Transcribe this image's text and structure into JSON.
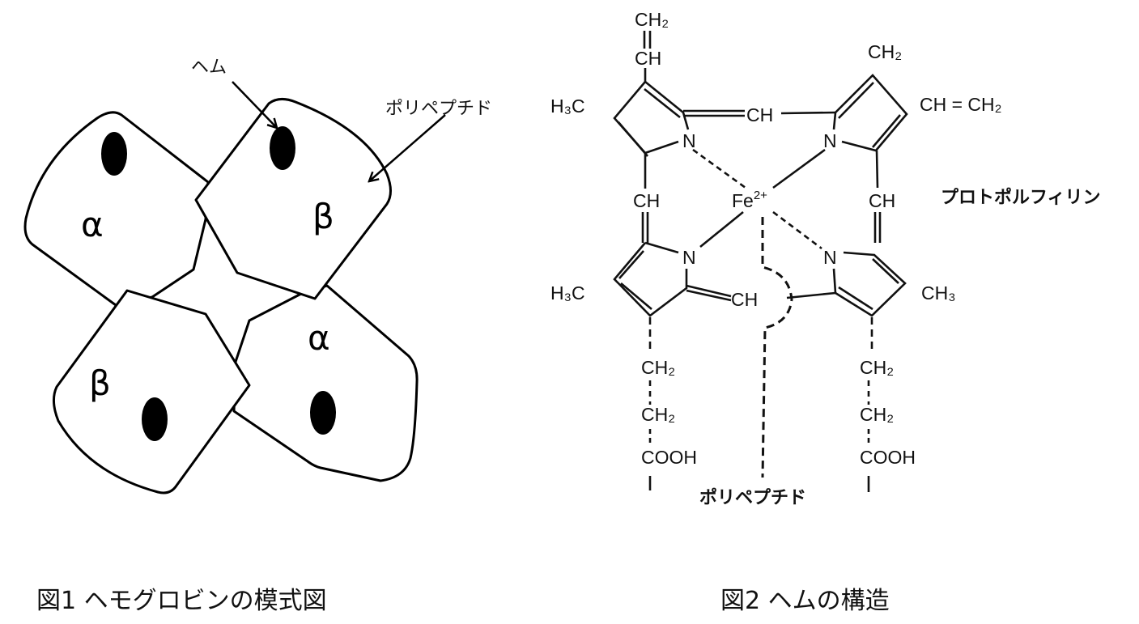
{
  "figure1": {
    "caption": "図1  ヘモグロビンの模式図",
    "label_heme": "ヘム",
    "label_polypeptide": "ポリペプチド",
    "subunits": [
      "α",
      "β",
      "β",
      "α"
    ]
  },
  "figure2": {
    "caption": "図2  ヘムの構造",
    "label_protoporphyrin": "プロトポルフィリン",
    "label_polypeptide": "ポリペプチド",
    "iron": "Fe",
    "iron_charge": "2+",
    "groups": {
      "top_ch2": "CH₂",
      "top_ch": "CH",
      "h3c_top": "H₃C",
      "meso_top": "CH",
      "right_ch2": "CH₂",
      "vinyl_right": "CH = CH₂",
      "meso_left": "CH",
      "meso_right": "CH",
      "h3c_bottom": "H₃C",
      "meso_bottom": "CH",
      "ch3_right": "CH₃",
      "n": "N",
      "left_ch2_a": "CH₂",
      "left_ch2_b": "CH₂",
      "left_cooh": "COOH",
      "right_ch2_a": "CH₂",
      "right_ch2_b": "CH₂",
      "right_cooh": "COOH"
    }
  }
}
